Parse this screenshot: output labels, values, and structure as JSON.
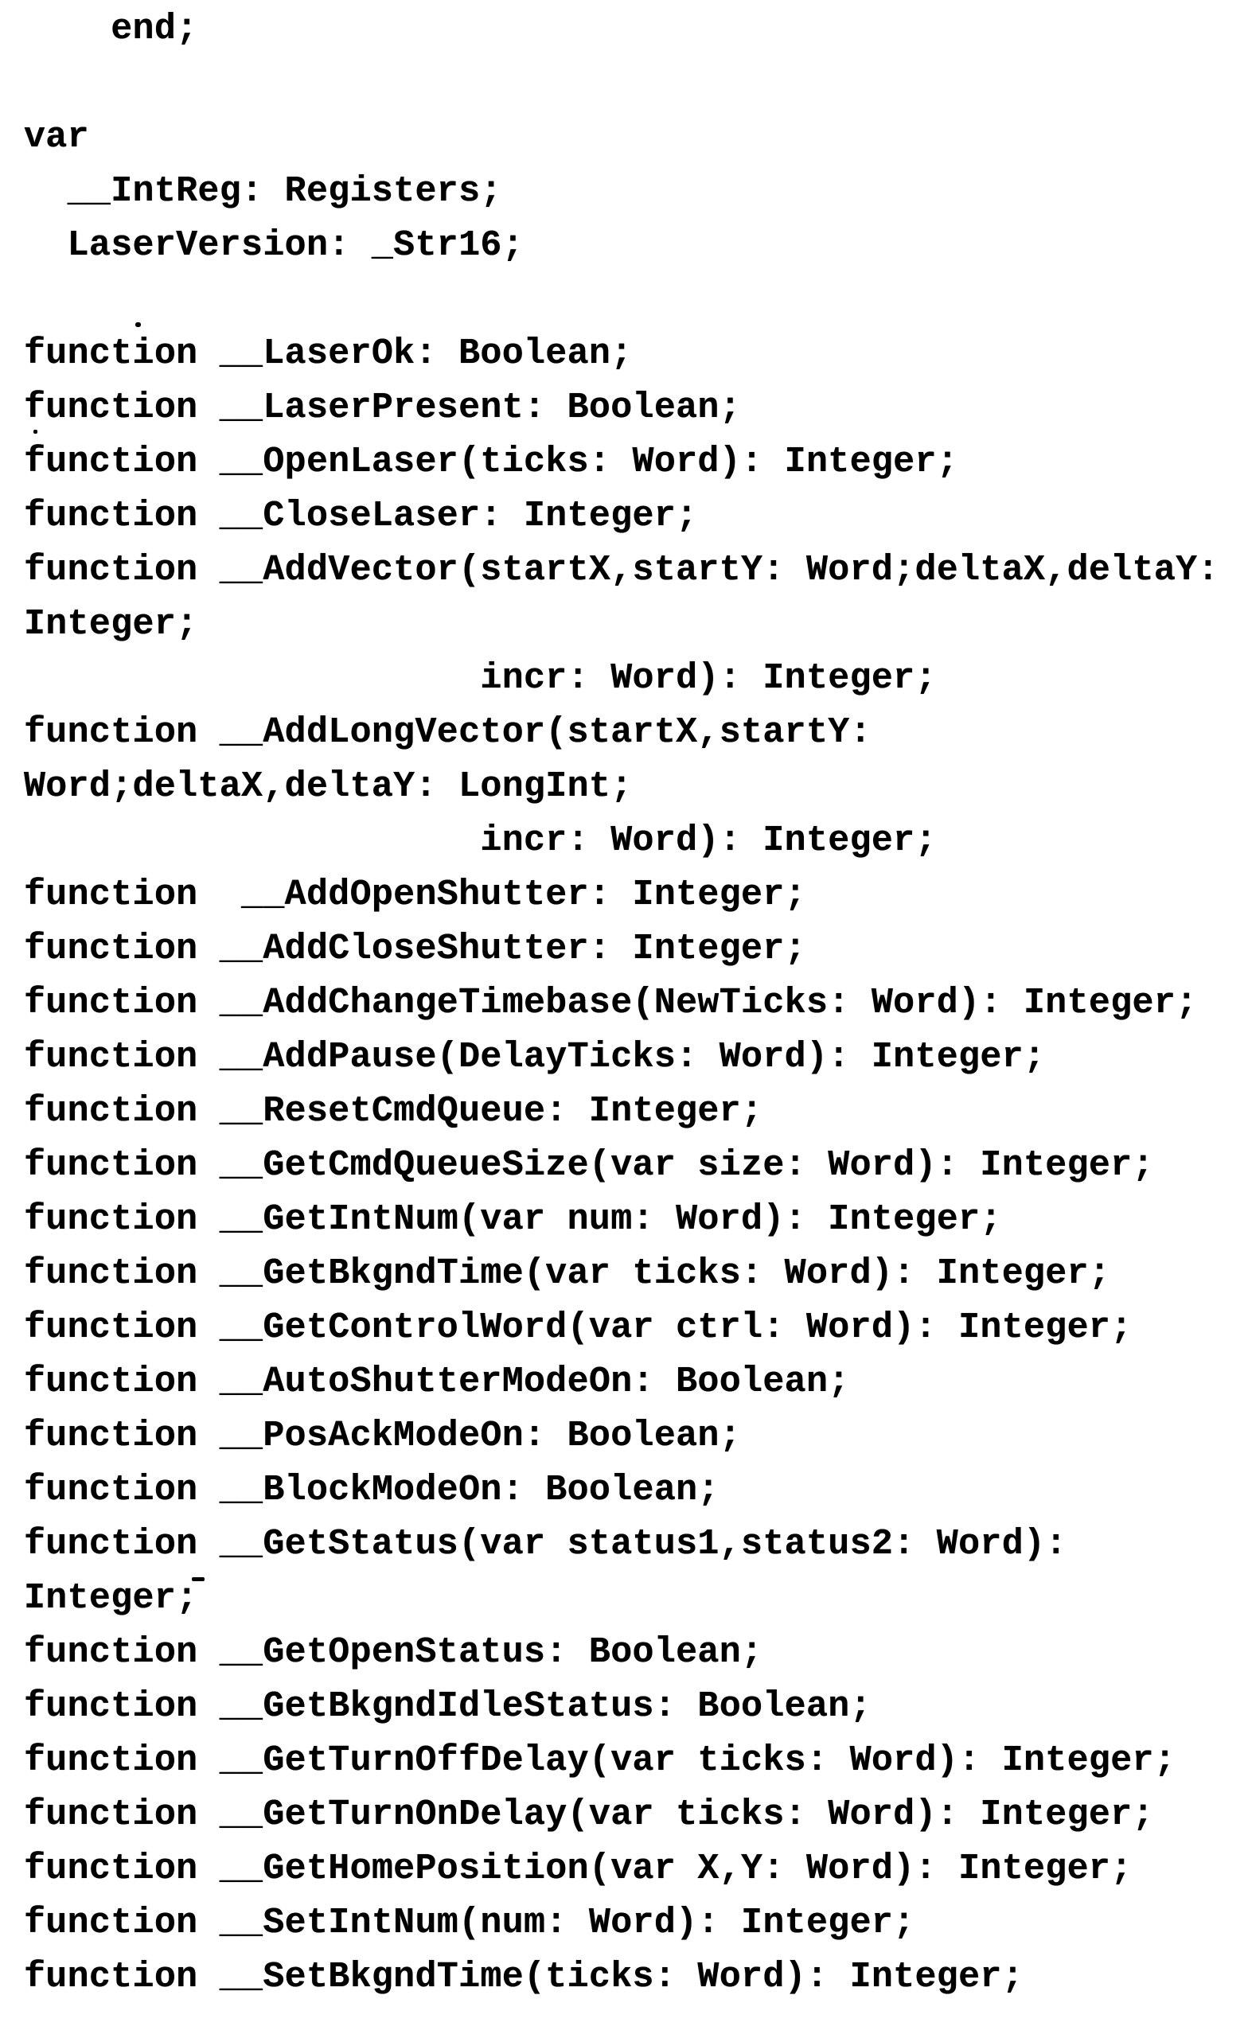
{
  "page": {
    "background_color": "#ffffff",
    "text_color": "#000000"
  },
  "code_listing": {
    "lines": [
      "    end;",
      "",
      "var",
      "  __IntReg: Registers;",
      "  LaserVersion: _Str16;",
      "",
      "function __LaserOk: Boolean;",
      "function __LaserPresent: Boolean;",
      "function __OpenLaser(ticks: Word): Integer;",
      "function __CloseLaser: Integer;",
      "function __AddVector(startX,startY: Word;deltaX,deltaY:",
      "Integer;",
      "                     incr: Word): Integer;",
      "function __AddLongVector(startX,startY:",
      "Word;deltaX,deltaY: LongInt;",
      "                     incr: Word): Integer;",
      "function  __AddOpenShutter: Integer;",
      "function __AddCloseShutter: Integer;",
      "function __AddChangeTimebase(NewTicks: Word): Integer;",
      "function __AddPause(DelayTicks: Word): Integer;",
      "function __ResetCmdQueue: Integer;",
      "function __GetCmdQueueSize(var size: Word): Integer;",
      "function __GetIntNum(var num: Word): Integer;",
      "function __GetBkgndTime(var ticks: Word): Integer;",
      "function __GetControlWord(var ctrl: Word): Integer;",
      "function __AutoShutterModeOn: Boolean;",
      "function __PosAckModeOn: Boolean;",
      "function __BlockModeOn: Boolean;",
      "function __GetStatus(var status1,status2: Word):",
      "Integer;",
      "function __GetOpenStatus: Boolean;",
      "function __GetBkgndIdleStatus: Boolean;",
      "function __GetTurnOffDelay(var ticks: Word): Integer;",
      "function __GetTurnOnDelay(var ticks: Word): Integer;",
      "function __GetHomePosition(var X,Y: Word): Integer;",
      "function __SetIntNum(num: Word): Integer;",
      "function __SetBkgndTime(ticks: Word): Integer;"
    ]
  }
}
